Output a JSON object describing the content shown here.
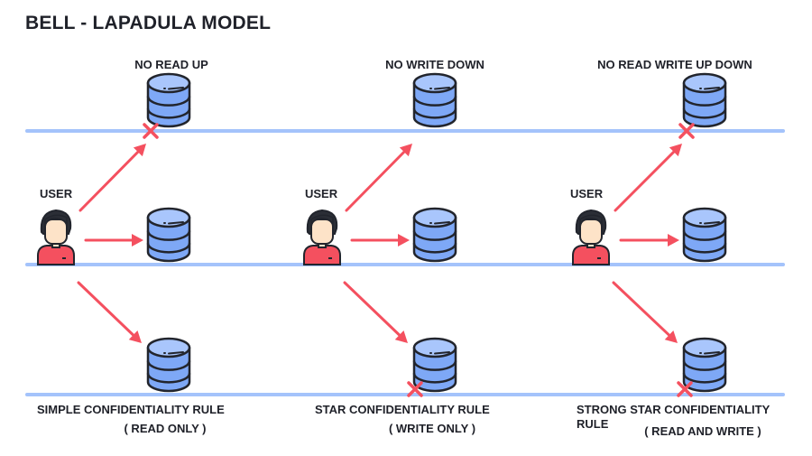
{
  "title": "BELL - LAPADULA MODEL",
  "colors": {
    "level_line": "#a4c3fb",
    "arrow": "#f4505f",
    "blocked_mark": "#f4505f",
    "db_fill": "#7ea8f6",
    "db_top": "#a9c6fc",
    "outline": "#22252d",
    "shirt": "#f4505f",
    "skin": "#fde3c8",
    "hair": "#2b2e36",
    "text": "#1f2129"
  },
  "levels": [
    "high",
    "same",
    "low"
  ],
  "panels": [
    {
      "top_label": "NO READ UP",
      "user_label": "USER",
      "rule_lines": [
        "SIMPLE CONFIDENTIALITY RULE"
      ],
      "rule_mode": "( READ ONLY )",
      "access": {
        "up": "blocked",
        "same": "allowed",
        "down": "allowed"
      }
    },
    {
      "top_label": "NO WRITE DOWN",
      "user_label": "USER",
      "rule_lines": [
        "STAR CONFIDENTIALITY RULE"
      ],
      "rule_mode": "( WRITE ONLY )",
      "access": {
        "up": "allowed",
        "same": "allowed",
        "down": "blocked"
      }
    },
    {
      "top_label": "NO READ WRITE UP DOWN",
      "user_label": "USER",
      "rule_lines": [
        "STRONG STAR CONFIDENTIALITY",
        "RULE"
      ],
      "rule_mode": "( READ AND WRITE )",
      "access": {
        "up": "blocked",
        "same": "allowed",
        "down": "blocked"
      }
    }
  ]
}
